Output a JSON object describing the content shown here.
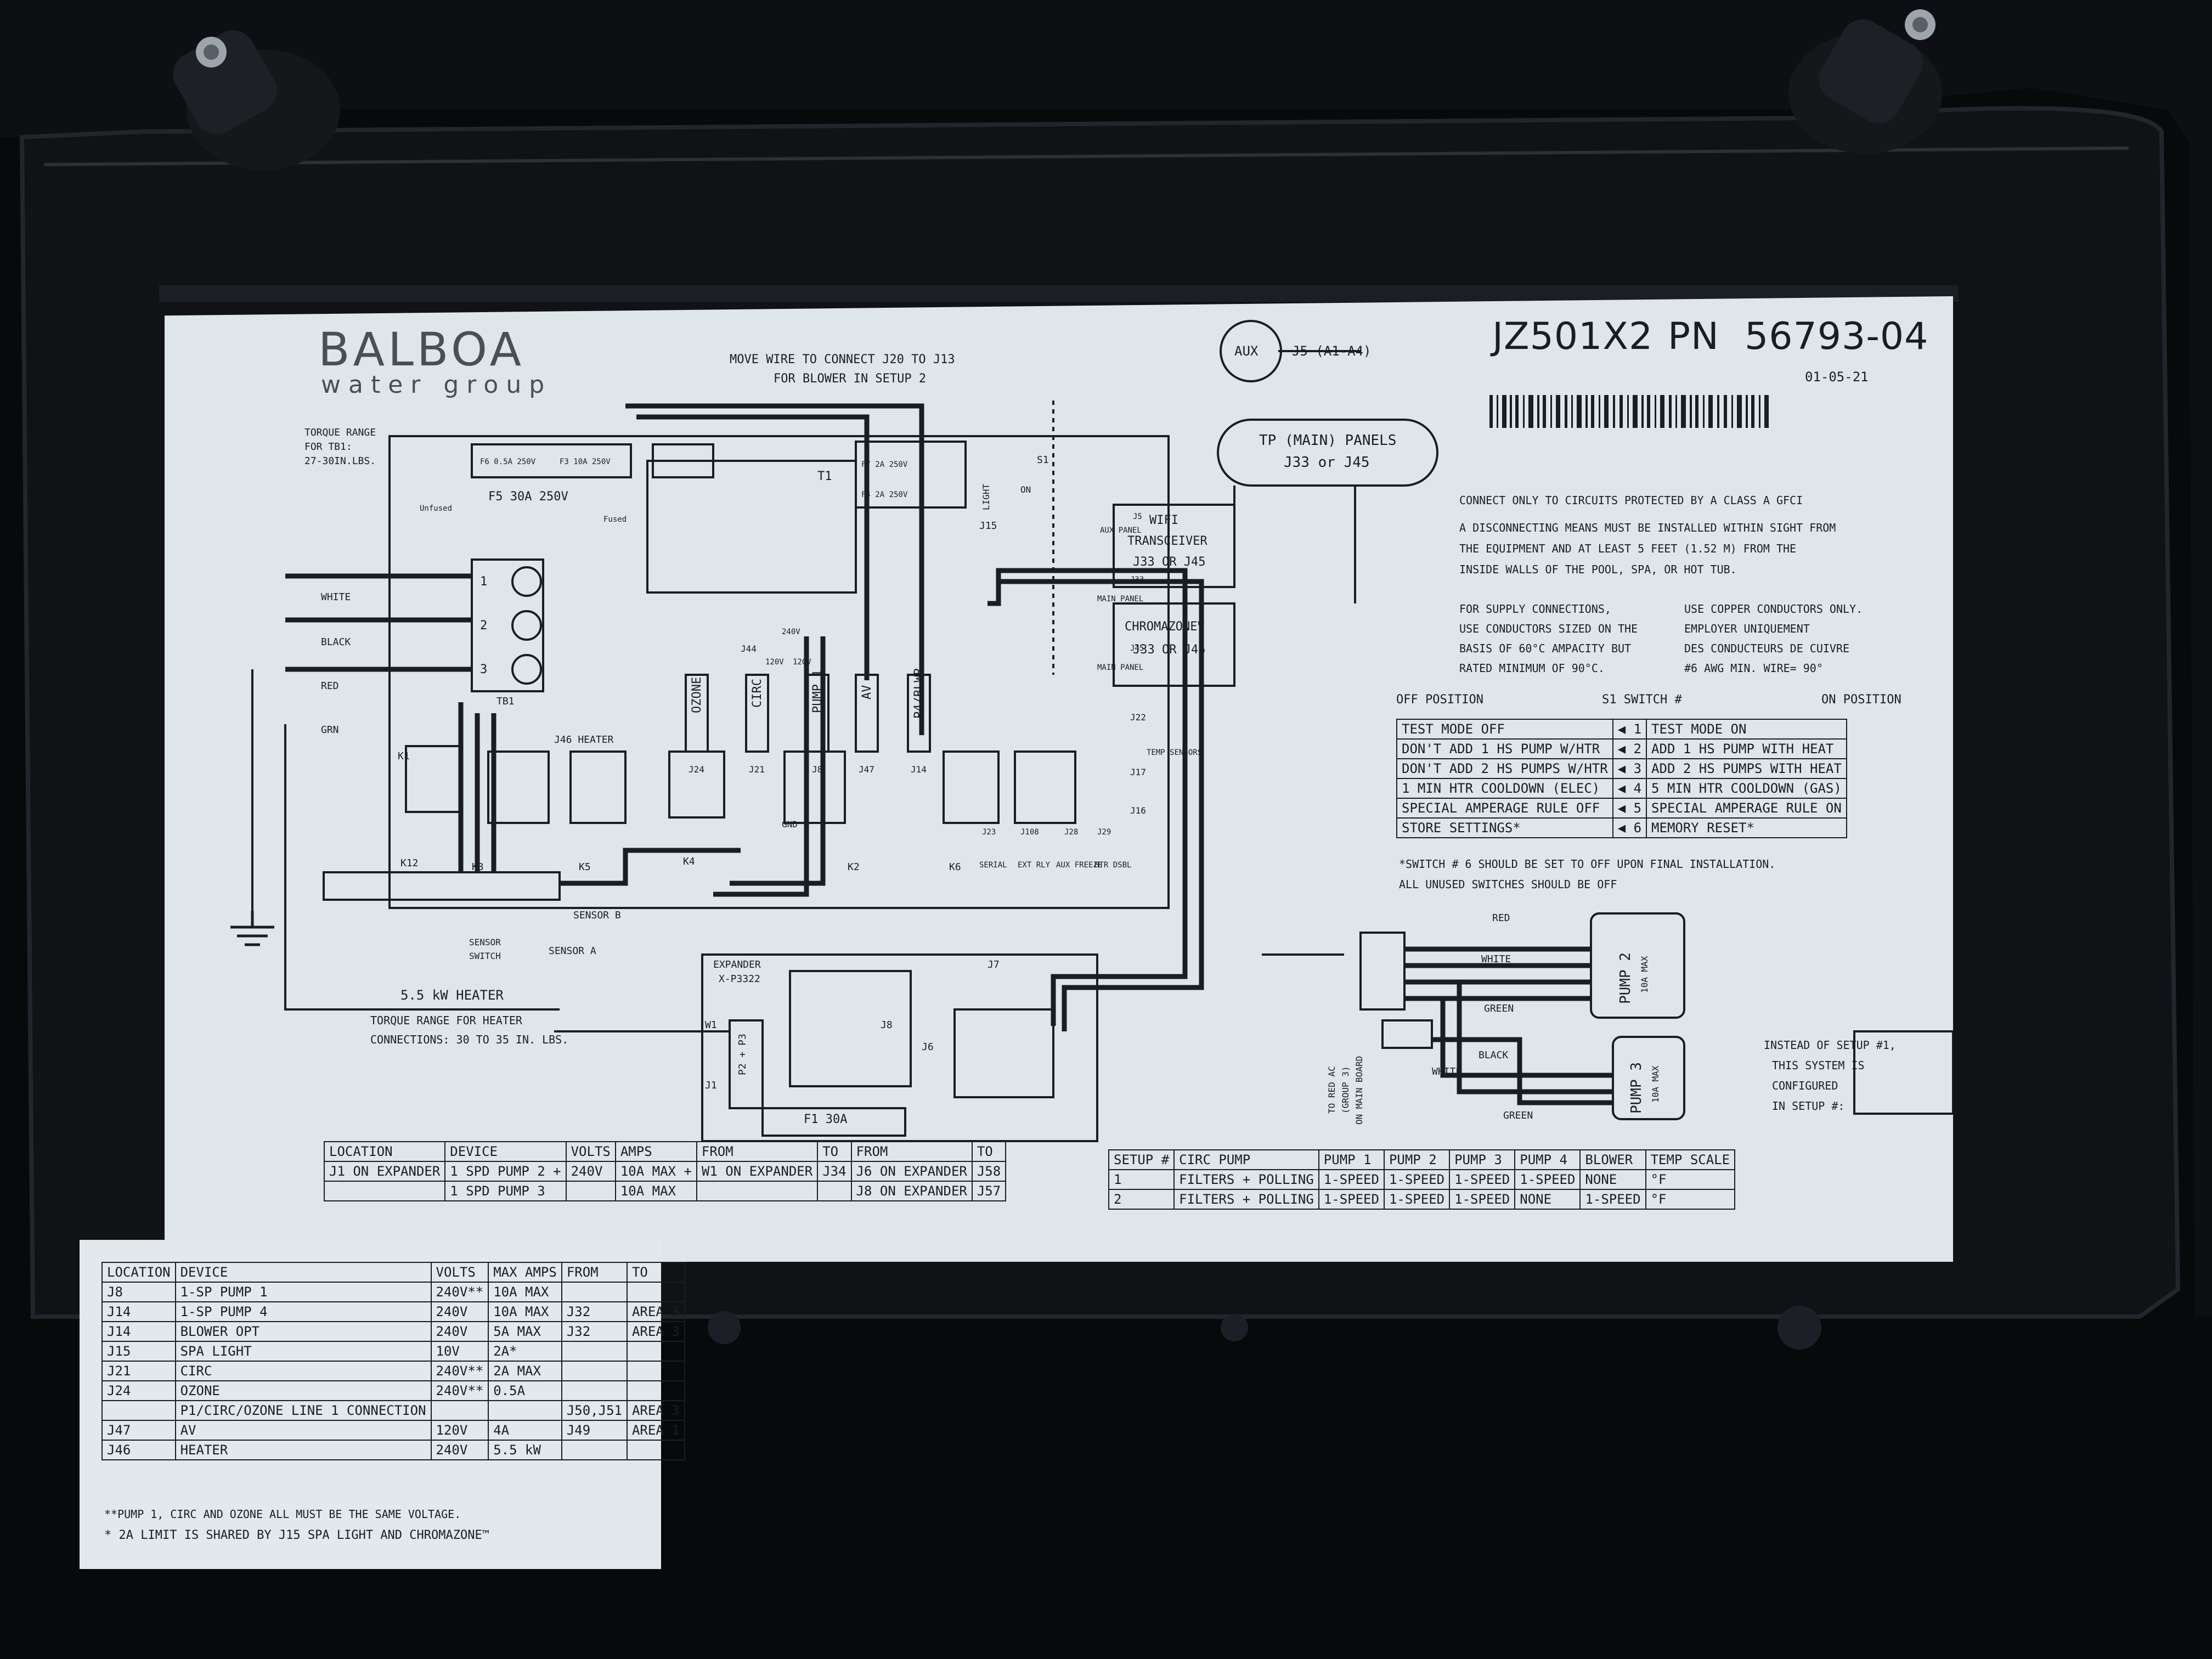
{
  "brand": {
    "name": "BALBOA",
    "tagline": "water group"
  },
  "header": {
    "model": "JZ501X2",
    "pn_label": "PN",
    "part_number": "56793-04",
    "date": "01-05-21"
  },
  "top_note": {
    "line1": "MOVE WIRE TO CONNECT J20 TO J13",
    "line2": "FOR BLOWER IN SETUP 2"
  },
  "aux": {
    "label": "AUX",
    "jack": "J5 (A1-A4)"
  },
  "tp_panels": {
    "line1": "TP (MAIN) PANELS",
    "line2": "J33 or J45"
  },
  "wifi": {
    "line1": "WIFI",
    "line2": "TRANSCEIVER",
    "line3": "J33 OR J45"
  },
  "chroma": {
    "line1": "CHROMAZONE™",
    "line2": "J33 OR J45"
  },
  "torque": {
    "line1": "TORQUE RANGE",
    "line2": "FOR TB1:",
    "line3": "27-30IN.LBS."
  },
  "wire_colors": {
    "white": "WHITE",
    "black": "BLACK",
    "red": "RED",
    "grn": "GRN"
  },
  "board": {
    "fuses": [
      "F6 0.5A 250V",
      "F3 10A 250V",
      "F5 30A 250V",
      "F7 2A 250V",
      "F4 2A 250V"
    ],
    "unfused": "Unfused",
    "fused": "Fused",
    "t1": "T1",
    "tb1": "TB1",
    "tb_terms": [
      "1",
      "2",
      "3"
    ],
    "relays": [
      "K1",
      "K12",
      "K3",
      "K5",
      "K4",
      "K2",
      "K6"
    ],
    "connectors": [
      "OZONE",
      "CIRC",
      "PUMP 1",
      "AV",
      "P4/BLWR"
    ],
    "connector_jacks": [
      "J24",
      "J21",
      "J8",
      "J47",
      "J14"
    ],
    "j46": "J46 HEATER",
    "j44": "J44",
    "v240": "240V",
    "v120a": "120V",
    "v120b": "120V",
    "gnd": "GND",
    "s1": "S1",
    "on": "ON",
    "light": "LIGHT",
    "j15": "J15",
    "aux_panel": "AUX PANEL",
    "main_panel1": "MAIN PANEL",
    "main_panel2": "MAIN PANEL",
    "j5": "J5",
    "j33": "J33",
    "j45": "J45",
    "j22": "J22",
    "j17": "J17",
    "j16": "J16",
    "temp_sensors": "TEMP SENSORS",
    "bottom_jacks": [
      "J23",
      "J108",
      "J28",
      "J29"
    ],
    "bottom_labels": [
      "SERIAL",
      "EXT RLY",
      "AUX FREEZE",
      "HTR DSBL"
    ],
    "sensor_b": "SENSOR B",
    "sensor_a": "SENSOR A",
    "sensor_switch1": "SENSOR",
    "sensor_switch2": "SWITCH",
    "heater": "5.5 kW HEATER",
    "expander1": "EXPANDER",
    "expander2": "X-P3322",
    "j7": "J7",
    "j8": "J8",
    "j6": "J6",
    "w1": "W1",
    "j1": "J1",
    "p2p3": "P2 + P3",
    "f1": "F1 30A"
  },
  "heater_torque": {
    "line1": "TORQUE RANGE FOR HEATER",
    "line2": "CONNECTIONS: 30 TO 35 IN. LBS."
  },
  "warnings": {
    "gfci": "CONNECT ONLY TO CIRCUITS PROTECTED BY A CLASS A GFCI",
    "disc1": "A DISCONNECTING MEANS MUST BE INSTALLED WITHIN SIGHT FROM",
    "disc2": "THE EQUIPMENT AND AT LEAST 5 FEET (1.52 M) FROM THE",
    "disc3": "INSIDE WALLS OF THE POOL, SPA, OR HOT TUB.",
    "en1": "FOR SUPPLY CONNECTIONS,",
    "en2": "USE CONDUCTORS SIZED ON THE",
    "en3": "BASIS OF 60°C AMPACITY BUT",
    "en4": "RATED MINIMUM OF 90°C.",
    "fr1": "USE COPPER CONDUCTORS ONLY.",
    "fr2": "EMPLOYER UNIQUEMENT",
    "fr3": "DES CONDUCTEURS DE CUIVRE",
    "fr4": "#6 AWG MIN. WIRE= 90°"
  },
  "switch_table": {
    "off_header": "OFF POSITION",
    "switch_header": "S1 SWITCH #",
    "on_header": "ON POSITION",
    "rows": [
      {
        "off": "TEST MODE OFF",
        "num": "1",
        "on": "TEST MODE ON"
      },
      {
        "off": "DON'T ADD 1 HS PUMP W/HTR",
        "num": "2",
        "on": "ADD 1 HS PUMP WITH HEAT"
      },
      {
        "off": "DON'T ADD 2 HS PUMPS W/HTR",
        "num": "3",
        "on": "ADD 2 HS PUMPS WITH HEAT"
      },
      {
        "off": "1 MIN HTR COOLDOWN (ELEC)",
        "num": "4",
        "on": "5 MIN HTR COOLDOWN (GAS)"
      },
      {
        "off": "SPECIAL AMPERAGE RULE OFF",
        "num": "5",
        "on": "SPECIAL AMPERAGE RULE ON"
      },
      {
        "off": "STORE SETTINGS*",
        "num": "6",
        "on": "MEMORY RESET*"
      }
    ],
    "note1": "*SWITCH # 6 SHOULD BE SET TO OFF UPON FINAL INSTALLATION.",
    "note2": "ALL UNUSED SWITCHES SHOULD BE OFF"
  },
  "pumps_diagram": {
    "red": "RED",
    "white": "WHITE",
    "green": "GREEN",
    "black": "BLACK",
    "white2": "WHITE",
    "green2": "GREEN",
    "pump2": "PUMP 2",
    "pump2_max": "10A MAX",
    "pump3": "PUMP 3",
    "pump3_max": "10A MAX",
    "side1": "TO RED AC",
    "side2": "(GROUP 3)",
    "side3": "ON MAIN BOARD"
  },
  "setup_note": {
    "line1": "INSTEAD OF SETUP #1,",
    "line2": "THIS SYSTEM IS",
    "line3": "CONFIGURED",
    "line4": "IN SETUP #:"
  },
  "expander_table": {
    "headers": [
      "LOCATION",
      "DEVICE",
      "VOLTS",
      "AMPS",
      "FROM",
      "TO",
      "FROM",
      "TO"
    ],
    "rows": [
      [
        "J1 ON EXPANDER",
        "1 SPD PUMP 2 +",
        "240V",
        "10A MAX +",
        "W1 ON EXPANDER",
        "J34",
        "J6 ON EXPANDER",
        "J58"
      ],
      [
        "",
        "1 SPD PUMP 3",
        "",
        "10A MAX",
        "",
        "",
        "J8 ON EXPANDER",
        "J57"
      ]
    ]
  },
  "setup_table": {
    "headers": [
      "SETUP #",
      "CIRC PUMP",
      "PUMP 1",
      "PUMP 2",
      "PUMP 3",
      "PUMP 4",
      "BLOWER",
      "TEMP SCALE"
    ],
    "rows": [
      [
        "1",
        "FILTERS + POLLING",
        "1-SPEED",
        "1-SPEED",
        "1-SPEED",
        "1-SPEED",
        "NONE",
        "°F"
      ],
      [
        "2",
        "FILTERS + POLLING",
        "1-SPEED",
        "1-SPEED",
        "1-SPEED",
        "NONE",
        "1-SPEED",
        "°F"
      ]
    ]
  },
  "device_table": {
    "headers": [
      "LOCATION",
      "DEVICE",
      "VOLTS",
      "MAX AMPS",
      "FROM",
      "TO"
    ],
    "rows": [
      [
        "J8",
        "1-SP PUMP 1",
        "240V**",
        "10A MAX",
        "",
        ""
      ],
      [
        "J14",
        "1-SP PUMP 4",
        "240V",
        "10A MAX",
        "J32",
        "AREA 3"
      ],
      [
        "J14",
        "BLOWER OPT",
        "240V",
        "5A MAX",
        "J32",
        "AREA 3"
      ],
      [
        "J15",
        "SPA LIGHT",
        "10V",
        "2A*",
        "",
        ""
      ],
      [
        "J21",
        "CIRC",
        "240V**",
        "2A MAX",
        "",
        ""
      ],
      [
        "J24",
        "OZONE",
        "240V**",
        "0.5A",
        "",
        ""
      ],
      [
        "",
        "P1/CIRC/OZONE LINE 1 CONNECTION",
        "",
        "",
        "J50,J51",
        "AREA 3"
      ],
      [
        "J47",
        "AV",
        "120V",
        "4A",
        "J49",
        "AREA 1"
      ],
      [
        "J46",
        "HEATER",
        "240V",
        "5.5 kW",
        "",
        ""
      ]
    ],
    "note1": "**PUMP 1, CIRC AND OZONE ALL MUST BE THE SAME VOLTAGE.",
    "note2": "* 2A LIMIT IS SHARED BY J15 SPA LIGHT AND CHROMAZONE™"
  }
}
